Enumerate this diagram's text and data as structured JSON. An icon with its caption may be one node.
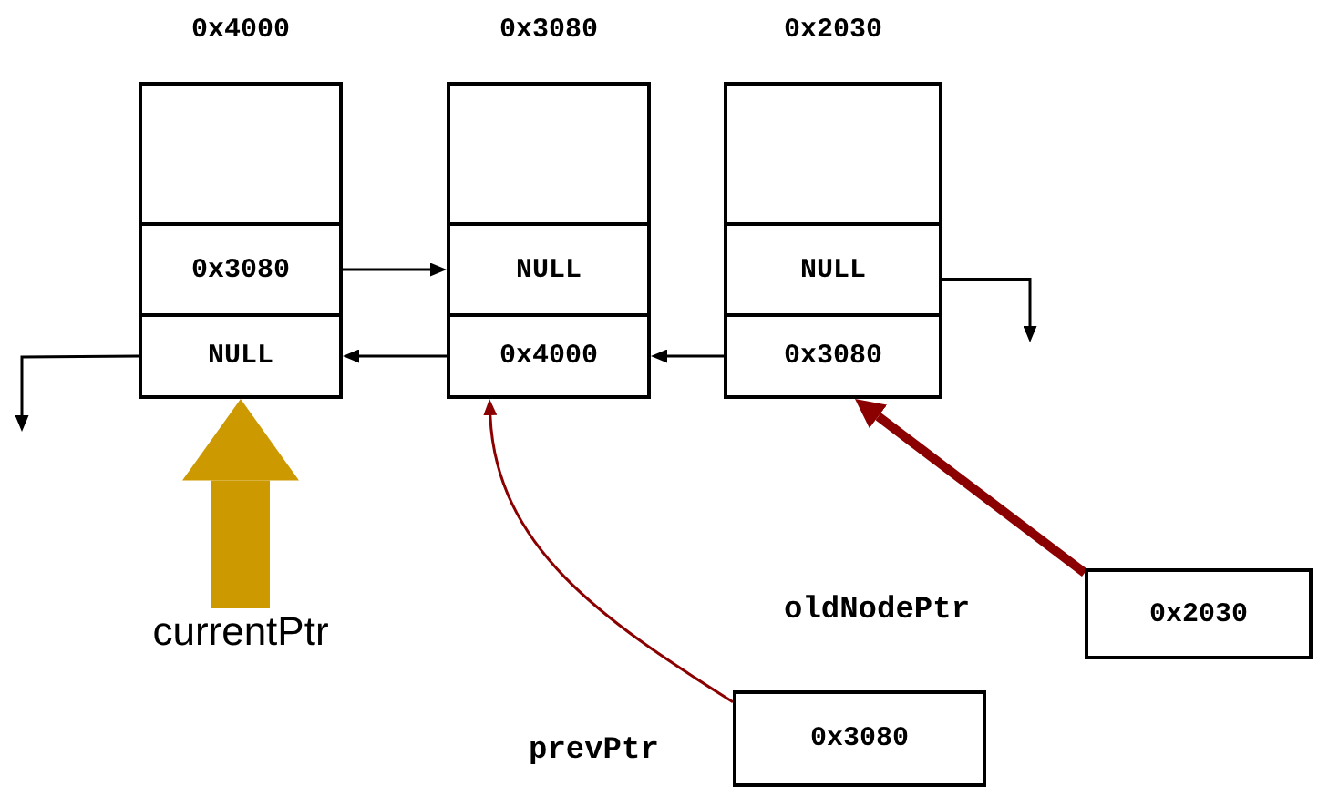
{
  "diagram": {
    "nodes": [
      {
        "text": [
          "0x4000"
        ]
      },
      {
        "text": [],
        "shape": "box",
        "in": 0
      },
      {
        "text": [
          "0x3080"
        ],
        "in": 0
      },
      {
        "text": [
          "NULL"
        ],
        "in": 0
      },
      {
        "text": [
          "0x3080"
        ]
      },
      {
        "text": [],
        "shape": "box",
        "in": 4
      },
      {
        "text": [
          "NULL"
        ],
        "in": 4
      },
      {
        "text": [
          "0x4000"
        ],
        "in": 4
      },
      {
        "text": [
          "0x2030"
        ]
      },
      {
        "text": [],
        "shape": "box",
        "in": 8
      },
      {
        "text": [
          "NULL"
        ],
        "in": 8
      },
      {
        "text": [
          "0x3080"
        ],
        "in": 8
      },
      {
        "text": [
          "currentPtr"
        ]
      },
      {
        "text": [
          "0x2030"
        ],
        "beside": [
          "oldNodePtr"
        ]
      },
      {
        "text": [
          "0x3080"
        ],
        "beside": [
          "prevPtr"
        ]
      }
    ],
    "edges": [
      {
        "from": 2,
        "to": 6,
        "arrow": "to"
      },
      {
        "from": 3,
        "to": null,
        "arrow": "to"
      },
      {
        "from": 7,
        "to": 3,
        "arrow": "to"
      },
      {
        "from": 11,
        "to": 7,
        "arrow": "to"
      },
      {
        "from": 10,
        "to": null,
        "arrow": "to"
      },
      {
        "from": 12,
        "to": 3,
        "arrow": "to",
        "style": "thick",
        "color": "#cc9900"
      },
      {
        "from": 14,
        "to": 7,
        "arrow": "to",
        "color": "#8b0000"
      },
      {
        "from": 13,
        "to": 11,
        "arrow": "to",
        "style": "thick",
        "color": "#8b0000"
      }
    ]
  }
}
